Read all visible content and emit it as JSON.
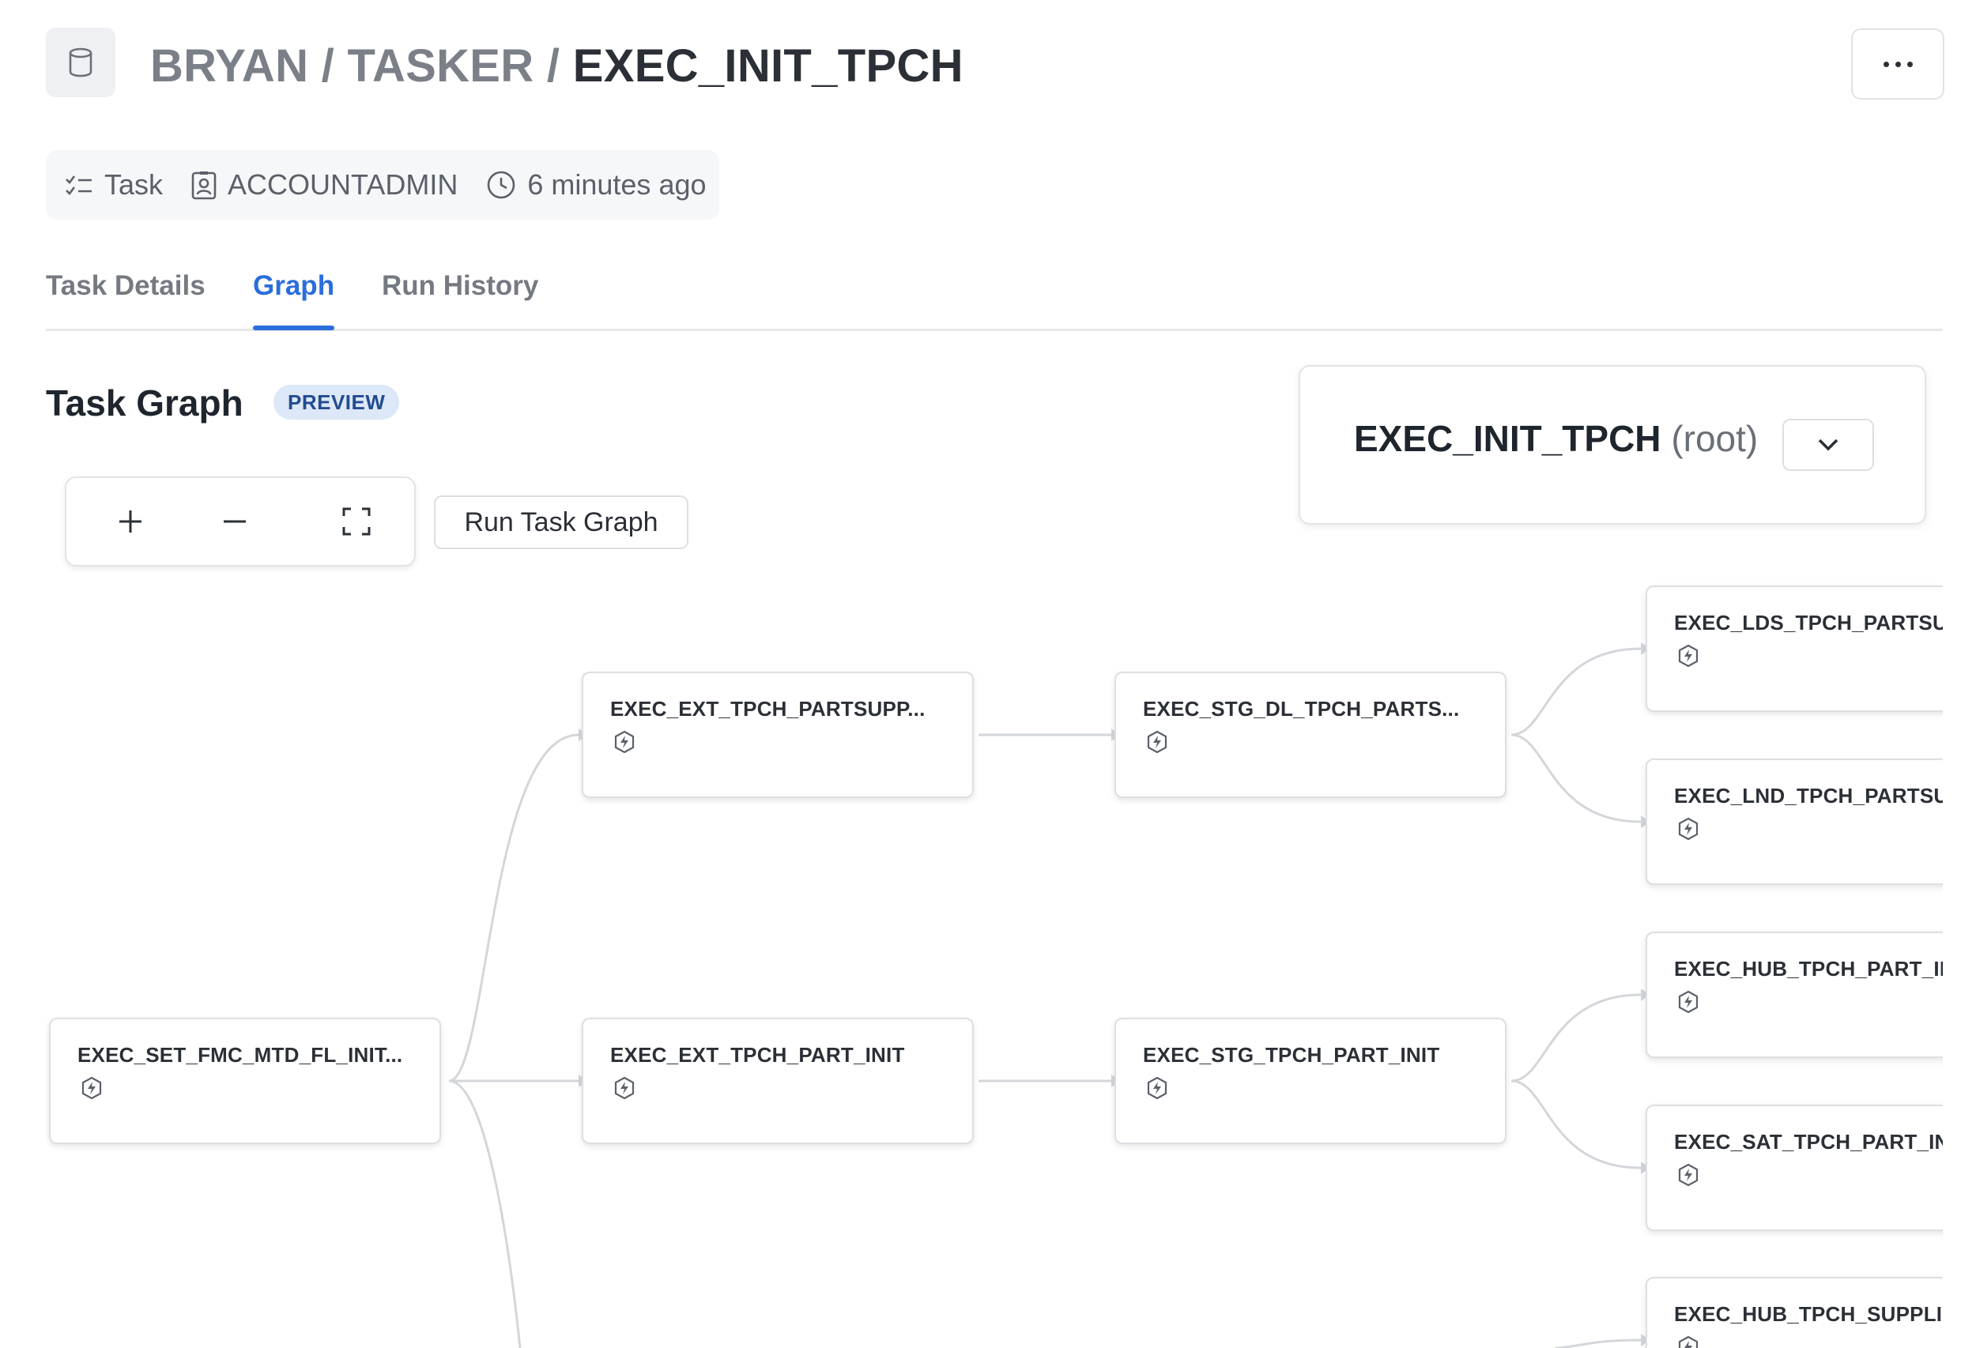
{
  "header": {
    "breadcrumb": {
      "database": "BRYAN",
      "sep1": " / ",
      "schema": "TASKER",
      "sep2": " / ",
      "current": "EXEC_INIT_TPCH"
    }
  },
  "meta": {
    "type_label": "Task",
    "owner": "ACCOUNTADMIN",
    "modified": "6 minutes ago"
  },
  "tabs": [
    {
      "label": "Task Details",
      "active": false
    },
    {
      "label": "Graph",
      "active": true
    },
    {
      "label": "Run History",
      "active": false
    }
  ],
  "graph_section": {
    "title": "Task Graph",
    "badge": "PREVIEW",
    "run_button": "Run Task Graph"
  },
  "root_selector": {
    "name": "EXEC_INIT_TPCH",
    "suffix": "(root)"
  },
  "colors": {
    "accent": "#2a6edb",
    "badge_bg": "#dce7f8",
    "edge": "#d3d6da"
  },
  "nodes": [
    {
      "id": "n_set",
      "label": "EXEC_SET_FMC_MTD_FL_INIT..."
    },
    {
      "id": "n_ext_ps",
      "label": "EXEC_EXT_TPCH_PARTSUPP..."
    },
    {
      "id": "n_ext_p",
      "label": "EXEC_EXT_TPCH_PART_INIT"
    },
    {
      "id": "n_stg_ps",
      "label": "EXEC_STG_DL_TPCH_PARTS..."
    },
    {
      "id": "n_stg_p",
      "label": "EXEC_STG_TPCH_PART_INIT"
    },
    {
      "id": "n_lds",
      "label": "EXEC_LDS_TPCH_PARTSUPP"
    },
    {
      "id": "n_lnd",
      "label": "EXEC_LND_TPCH_PARTSUPP"
    },
    {
      "id": "n_hub_p",
      "label": "EXEC_HUB_TPCH_PART_INIT"
    },
    {
      "id": "n_sat_p",
      "label": "EXEC_SAT_TPCH_PART_INIT"
    },
    {
      "id": "n_hub_s",
      "label": "EXEC_HUB_TPCH_SUPPLIER"
    }
  ]
}
